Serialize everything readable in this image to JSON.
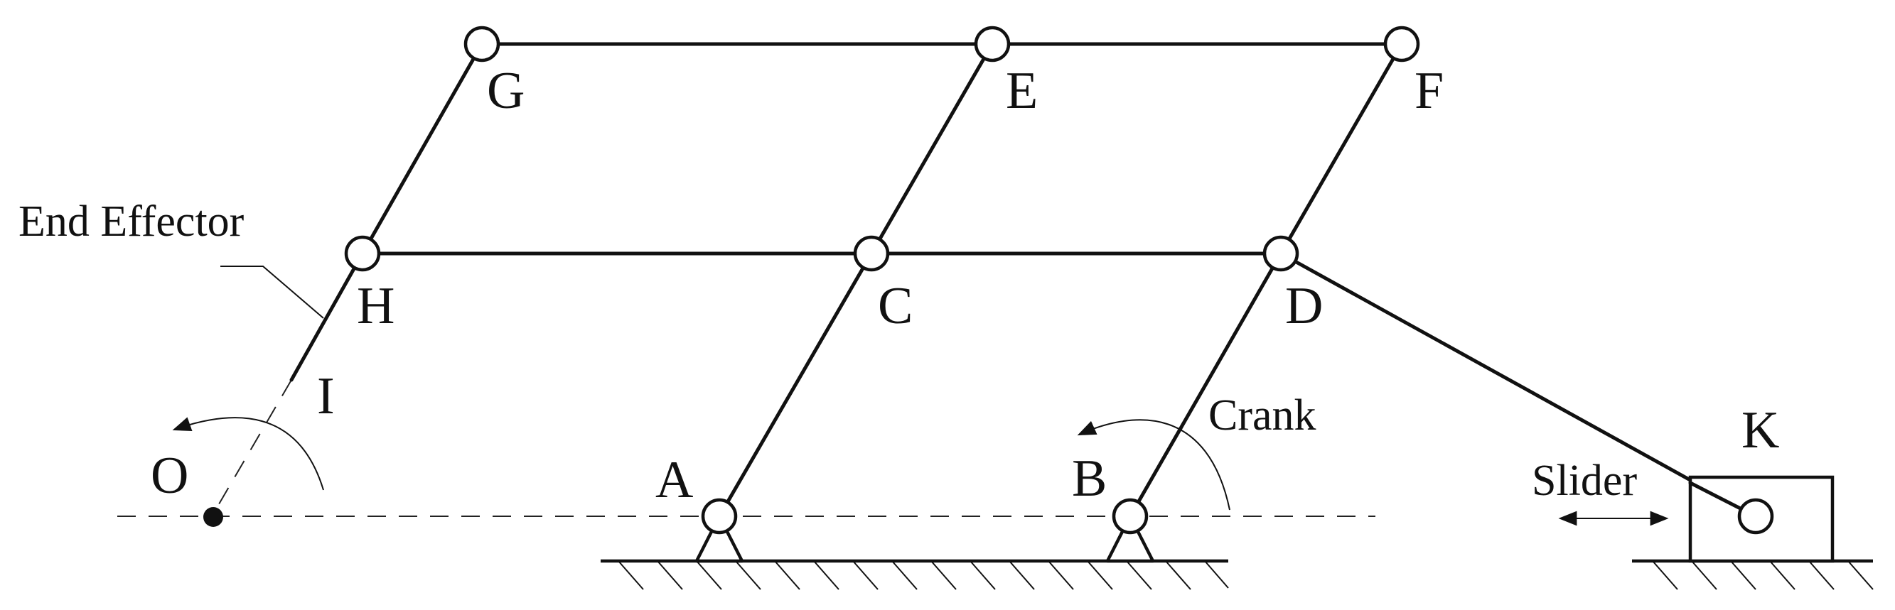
{
  "diagram": {
    "joint_labels": {
      "G": "G",
      "E": "E",
      "F": "F",
      "H": "H",
      "C": "C",
      "D": "D",
      "I": "I",
      "O": "O",
      "A": "A",
      "B": "B",
      "K": "K"
    },
    "annotations": {
      "end_effector": "End Effector",
      "crank": "Crank",
      "slider": "Slider"
    },
    "colors": {
      "line": "#111111",
      "background": "#ffffff"
    }
  }
}
